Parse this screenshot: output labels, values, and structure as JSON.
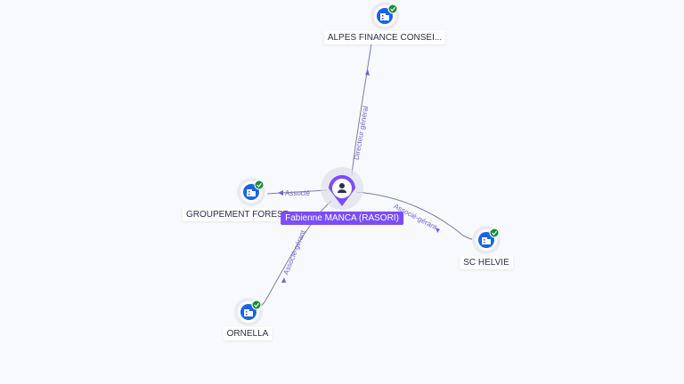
{
  "colors": {
    "edge": "#7a7f9e",
    "edge_label": "#6f63d6",
    "center": "#7c4dff",
    "company_icon": "#1a63e8",
    "verified": "#1b8a3a"
  },
  "center": {
    "name": "Fabienne MANCA (RASORI)",
    "icon": "person-icon"
  },
  "companies": [
    {
      "name": "ALPES FINANCE CONSEI...",
      "icon": "building-icon",
      "verified": true
    },
    {
      "name": "GROUPEMENT FOREST...",
      "icon": "building-icon",
      "verified": true
    },
    {
      "name": "SC HELVIE",
      "icon": "building-icon",
      "verified": true
    },
    {
      "name": "ORNELLA",
      "icon": "building-icon",
      "verified": true
    }
  ],
  "relations": [
    {
      "label": "Directeur général"
    },
    {
      "label": "Associé"
    },
    {
      "label": "Associé-gérant"
    },
    {
      "label": "Associé-gérant"
    }
  ]
}
